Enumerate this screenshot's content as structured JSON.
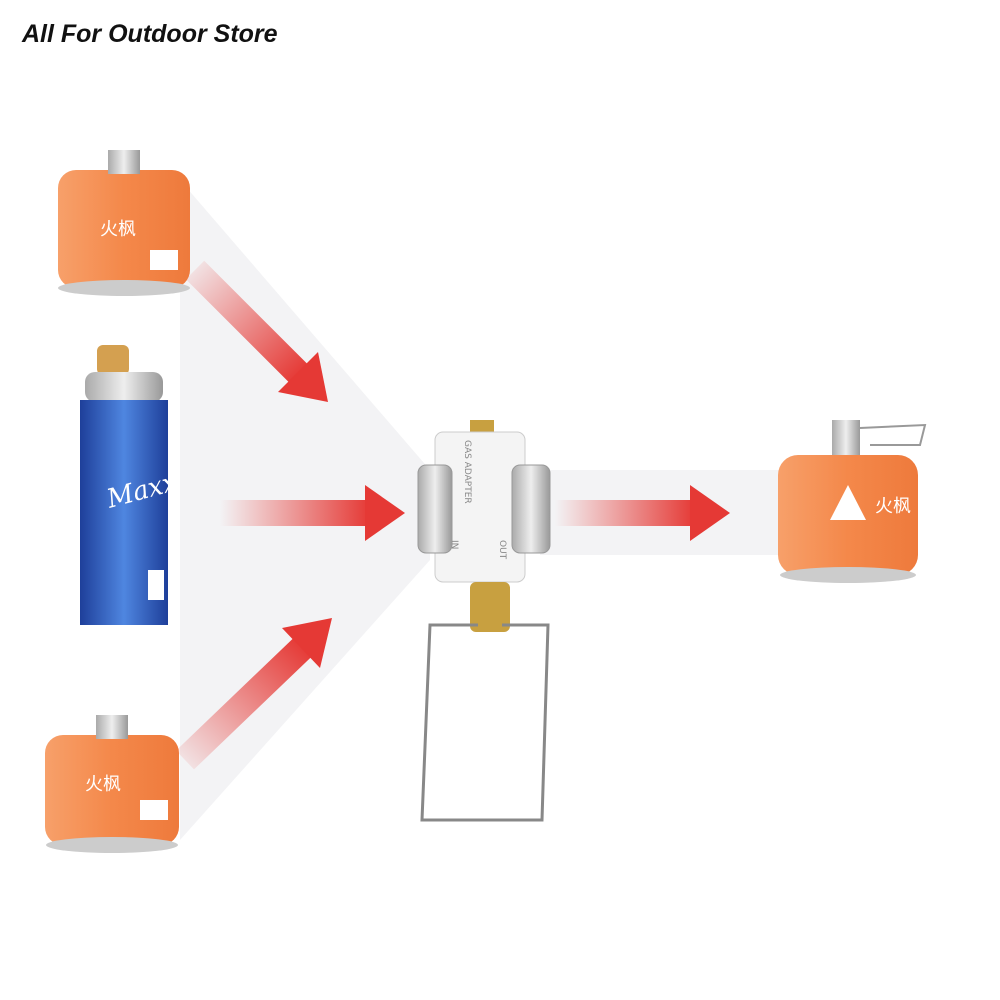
{
  "store": {
    "title": "All For Outdoor Store"
  },
  "colors": {
    "arrow": "#e53935",
    "canister": "#f4884a",
    "blue_can": "#2f5fc4",
    "brass": "#c8a040"
  },
  "can_labels": {
    "left_top": "火枫",
    "left_bottom": "火枫",
    "blue": "Maxx",
    "right": "火枫"
  },
  "adapter_label": {
    "top": "GAS ADAPTER",
    "out": "OUT",
    "in": "IN"
  }
}
